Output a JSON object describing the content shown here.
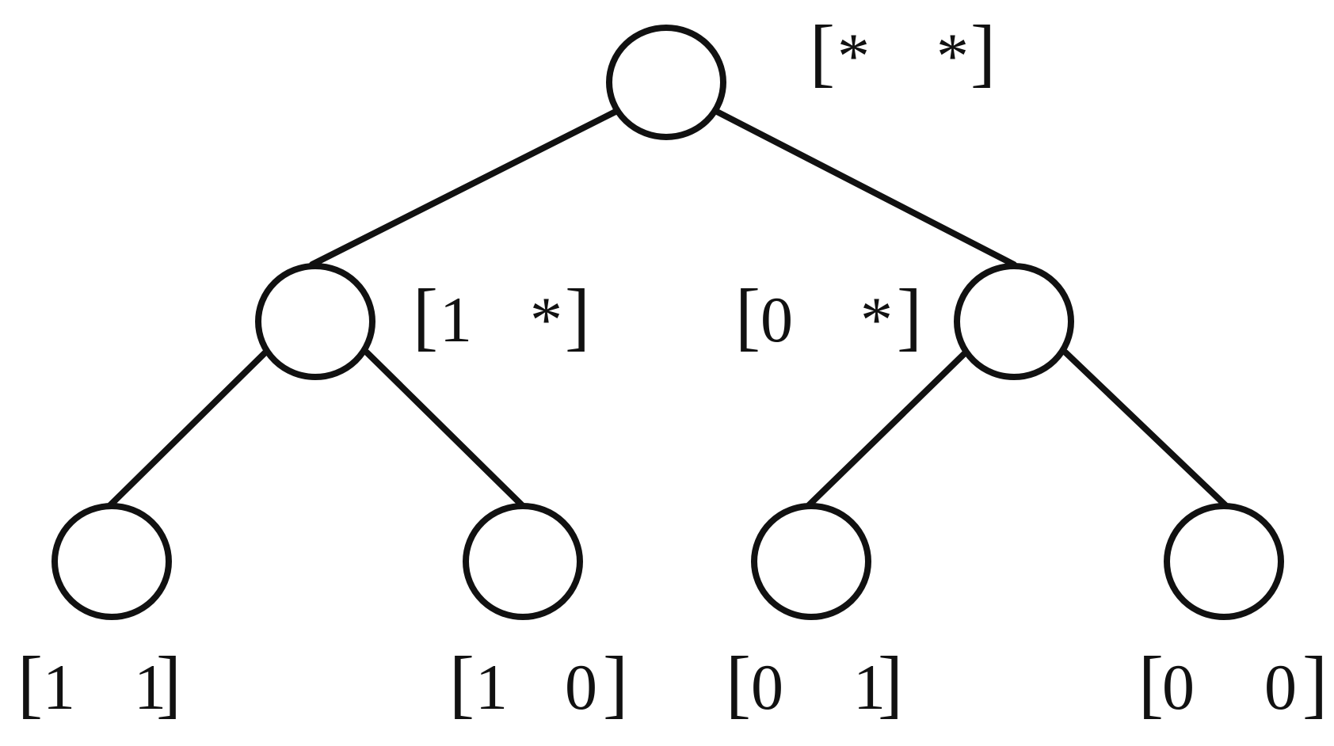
{
  "diagram": {
    "type": "binary-tree",
    "stroke_color": "#111111",
    "background": "#ffffff",
    "nodes": [
      {
        "id": "root",
        "label": [
          "*",
          "*"
        ]
      },
      {
        "id": "left",
        "label": [
          "1",
          "*"
        ]
      },
      {
        "id": "right",
        "label": [
          "0",
          "*"
        ]
      },
      {
        "id": "left-left",
        "label": [
          "1",
          "1"
        ]
      },
      {
        "id": "left-right",
        "label": [
          "1",
          "0"
        ]
      },
      {
        "id": "right-left",
        "label": [
          "0",
          "1"
        ]
      },
      {
        "id": "right-right",
        "label": [
          "0",
          "0"
        ]
      }
    ],
    "edges": [
      [
        "root",
        "left"
      ],
      [
        "root",
        "right"
      ],
      [
        "left",
        "left-left"
      ],
      [
        "left",
        "left-right"
      ],
      [
        "right",
        "right-left"
      ],
      [
        "right",
        "right-right"
      ]
    ]
  }
}
